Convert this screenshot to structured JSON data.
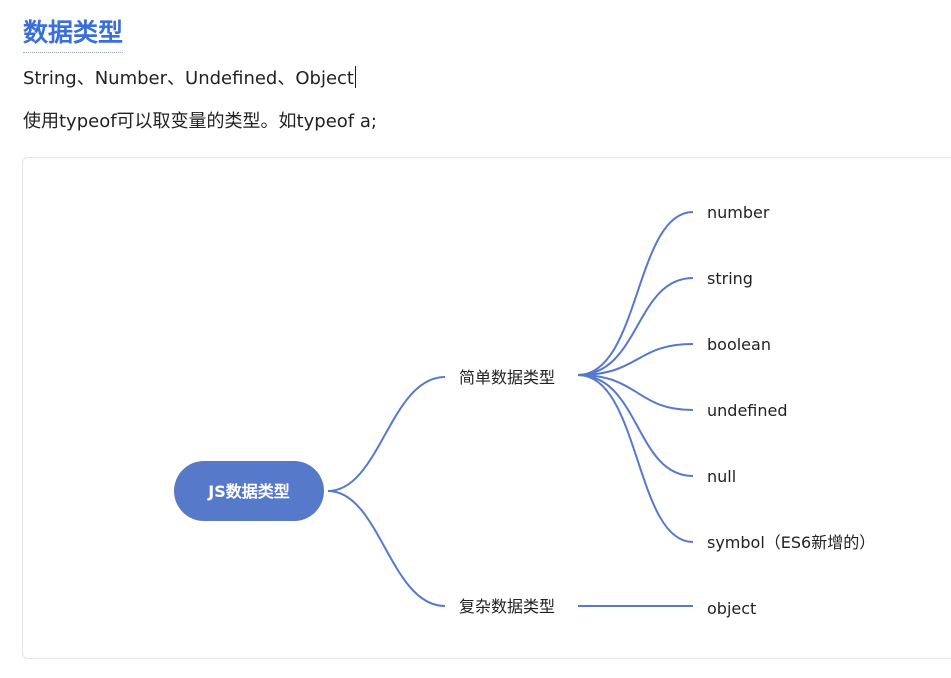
{
  "heading": "数据类型",
  "paragraphs": {
    "types_list": "String、Number、Undefined、Object",
    "typeof_note": "使用typeof可以取变量的类型。如typeof a;"
  },
  "mindmap": {
    "root": "JS数据类型",
    "branches": [
      {
        "label": "简单数据类型",
        "children": [
          "number",
          "string",
          "boolean",
          "undefined",
          "null",
          "symbol（ES6新增的）"
        ]
      },
      {
        "label": "复杂数据类型",
        "children": [
          "object"
        ]
      }
    ]
  },
  "colors": {
    "heading": "#3a6fd8",
    "node": "#5779c9",
    "link": "#5779c9"
  }
}
